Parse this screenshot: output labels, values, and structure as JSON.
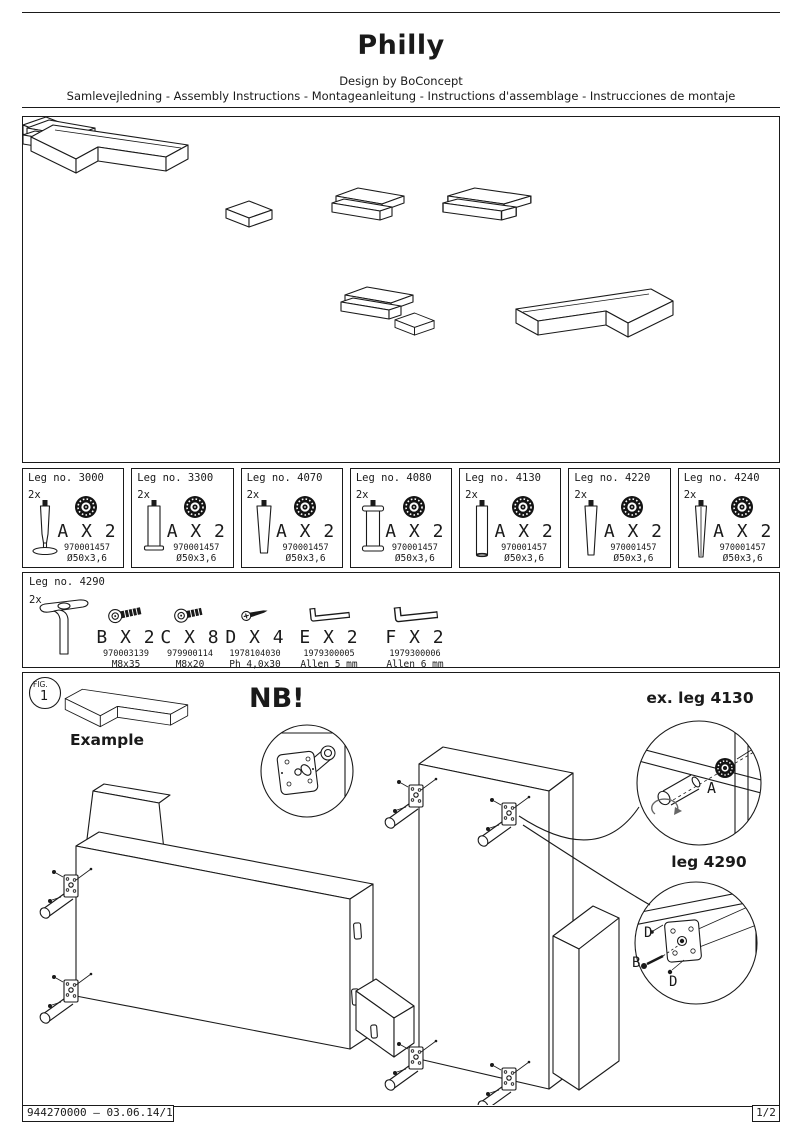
{
  "header": {
    "title": "Philly",
    "subtitle": "Design by BoConcept",
    "languages": "Samlevejledning - Assembly Instructions - Montageanleitung - Instructions d'assemblage - Instrucciones de montaje"
  },
  "legs": {
    "items": [
      {
        "name": "Leg no. 3000",
        "qty": "2x",
        "part": "A X 2",
        "part_no": "970001457",
        "size": "Ø50x3,6"
      },
      {
        "name": "Leg no. 3300",
        "qty": "2x",
        "part": "A X 2",
        "part_no": "970001457",
        "size": "Ø50x3,6"
      },
      {
        "name": "Leg no. 4070",
        "qty": "2x",
        "part": "A X 2",
        "part_no": "970001457",
        "size": "Ø50x3,6"
      },
      {
        "name": "Leg no. 4080",
        "qty": "2x",
        "part": "A X 2",
        "part_no": "970001457",
        "size": "Ø50x3,6"
      },
      {
        "name": "Leg no. 4130",
        "qty": "2x",
        "part": "A X 2",
        "part_no": "970001457",
        "size": "Ø50x3,6"
      },
      {
        "name": "Leg no. 4220",
        "qty": "2x",
        "part": "A X 2",
        "part_no": "970001457",
        "size": "Ø50x3,6"
      },
      {
        "name": "Leg no. 4240",
        "qty": "2x",
        "part": "A X 2",
        "part_no": "970001457",
        "size": "Ø50x3,6"
      }
    ]
  },
  "leg4290": {
    "name": "Leg no. 4290",
    "qty": "2x",
    "hardware": [
      {
        "label": "B X 2",
        "part_no": "970003139",
        "size": "M8x35"
      },
      {
        "label": "C X 8",
        "part_no": "979900114",
        "size": "M8x20"
      },
      {
        "label": "D X 4",
        "part_no": "1978104030",
        "size": "Ph 4,0x30"
      },
      {
        "label": "E X 2",
        "part_no": "1979300005",
        "size": "Allen 5 mm"
      },
      {
        "label": "F X 2",
        "part_no": "1979300006",
        "size": "Allen 6 mm"
      }
    ]
  },
  "figure": {
    "fig_label": "FIG.",
    "fig_number": "1",
    "example_label": "Example",
    "nb_label": "NB!",
    "detail_a_title": "ex. leg 4130",
    "detail_a_label": "A",
    "detail_b_title": "leg 4290",
    "detail_b_label_d1": "D",
    "detail_b_label_b": "B",
    "detail_b_label_d2": "D"
  },
  "footer": {
    "doc_no": "944270000  –  03.06.14/1",
    "page": "1/2"
  }
}
